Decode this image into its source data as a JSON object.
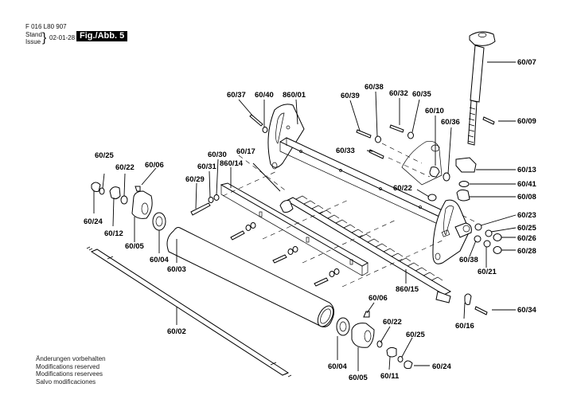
{
  "header": {
    "part_number": "F 016 L80 907",
    "stand_label": "Stand",
    "issue_label": "Issue",
    "brace": "}",
    "date": "02-01-28",
    "figure_label": "Fig./Abb. 5"
  },
  "notes": [
    "Änderungen vorbehalten",
    "Modifications reserved",
    "Modifications reservees",
    "Salvo modificaciones"
  ],
  "callouts": {
    "p60_07": "60/07",
    "p60_09": "60/09",
    "p60_37": "60/37",
    "p60_40": "60/40",
    "p860_01": "860/01",
    "p60_39": "60/39",
    "p60_38a": "60/38",
    "p60_32": "60/32",
    "p60_35": "60/35",
    "p60_10": "60/10",
    "p60_36": "60/36",
    "p60_33": "60/33",
    "p60_13": "60/13",
    "p60_41": "60/41",
    "p60_08": "60/08",
    "p60_22a": "60/22",
    "p60_23": "60/23",
    "p60_25a": "60/25",
    "p60_26": "60/26",
    "p60_28": "60/28",
    "p60_38b": "60/38",
    "p60_21": "60/21",
    "p60_25b": "60/25",
    "p60_22b": "60/22",
    "p60_06a": "60/06",
    "p60_24a": "60/24",
    "p60_12": "60/12",
    "p60_05a": "60/05",
    "p60_04a": "60/04",
    "p60_03": "60/03",
    "p60_30": "60/30",
    "p60_31": "60/31",
    "p60_29": "60/29",
    "p860_14": "860/14",
    "p60_17": "60/17",
    "p860_15": "860/15",
    "p60_16": "60/16",
    "p60_34": "60/34",
    "p60_02": "60/02",
    "p60_06b": "60/06",
    "p60_22c": "60/22",
    "p60_25c": "60/25",
    "p60_24b": "60/24",
    "p60_04b": "60/04",
    "p60_05b": "60/05",
    "p60_11": "60/11"
  }
}
